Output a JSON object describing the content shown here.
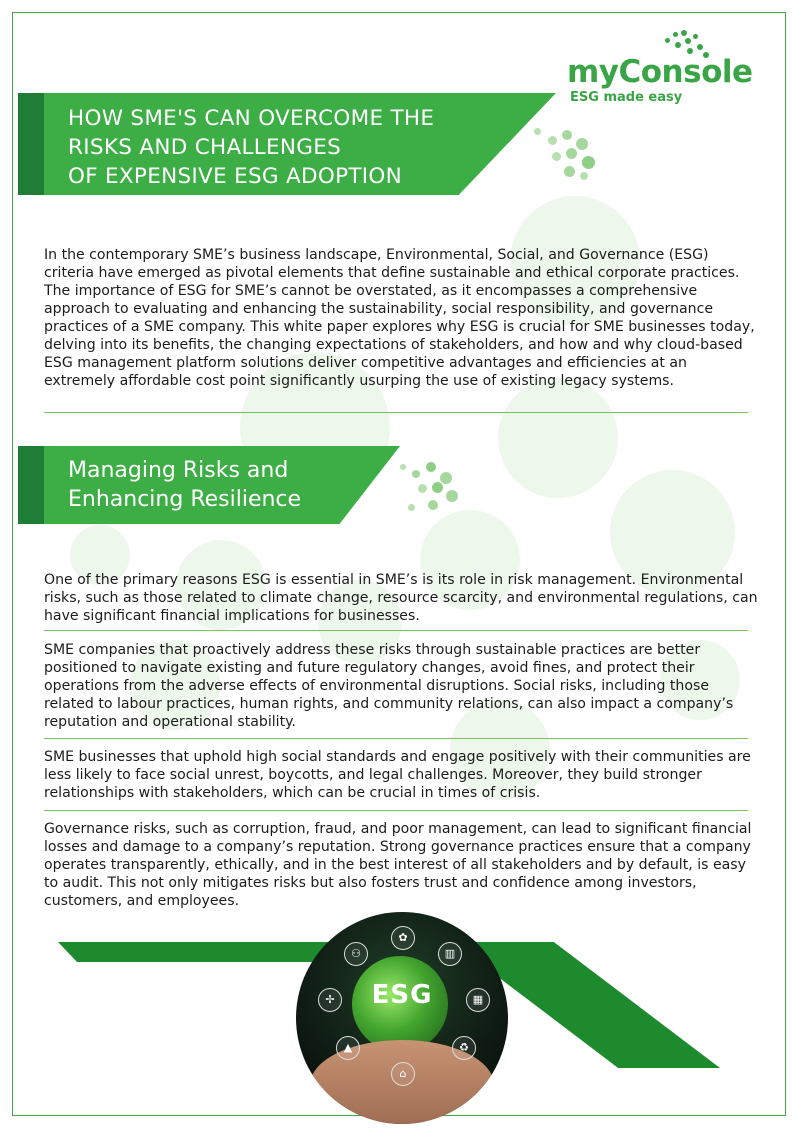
{
  "brand": {
    "logo_text": "myConsole",
    "tagline": "ESG made easy",
    "accent_color": "#3cae45",
    "dark_color": "#1f7d35"
  },
  "header": {
    "title_lines": [
      "HOW SME'S CAN OVERCOME THE",
      "RISKS AND  CHALLENGES",
      "OF EXPENSIVE ESG ADOPTION"
    ]
  },
  "intro": {
    "text": "In the contemporary SME’s business landscape, Environmental, Social, and Governance (ESG) criteria have emerged as pivotal elements that define sustainable and ethical corporate practices. The importance of ESG for SME’s cannot be overstated, as it encompasses a comprehensive approach to evaluating and enhancing the sustainability, social responsibility, and governance practices of a SME company. This white paper explores why ESG is crucial for SME businesses today, delving into its benefits, the changing expectations of stakeholders, and how and why cloud-based ESG management platform solutions deliver competitive advantages and efficiencies at an extremely affordable cost point significantly usurping the use of existing legacy systems."
  },
  "section": {
    "title_lines": [
      "Managing Risks and",
      "Enhancing Resilience"
    ],
    "paragraphs": [
      "One of the primary reasons ESG is essential in SME’s is its role in risk management. Environmental risks, such as those related to climate change, resource scarcity, and environmental regulations, can have significant financial implications for businesses.",
      "SME companies that proactively address these risks through sustainable practices are better positioned to navigate existing and future regulatory changes, avoid fines, and protect their operations from the adverse effects of environmental disruptions. Social risks, including those related to labour practices, human rights, and community relations, can also impact a company’s reputation and operational stability.",
      "SME businesses that uphold high social standards and engage positively with their communities are less likely to face social unrest, boycotts, and legal challenges. Moreover, they build stronger relationships with stakeholders, which can be crucial in times of crisis.",
      "Governance risks, such as corruption, fraud, and poor management, can lead to significant financial losses and damage to a company’s reputation. Strong governance practices ensure that a company operates transparently, ethically, and in the best interest of all stakeholders and by default, is easy to audit. This not only mitigates risks but also fosters trust and confidence among investors, customers, and employees."
    ]
  },
  "image": {
    "label": "ESG",
    "icons": [
      "people-icon",
      "leaf-icon",
      "factory-icon",
      "solar-panel-icon",
      "recycle-icon",
      "bank-icon",
      "chart-icon",
      "wind-turbine-icon",
      "eco-hand-icon"
    ]
  }
}
